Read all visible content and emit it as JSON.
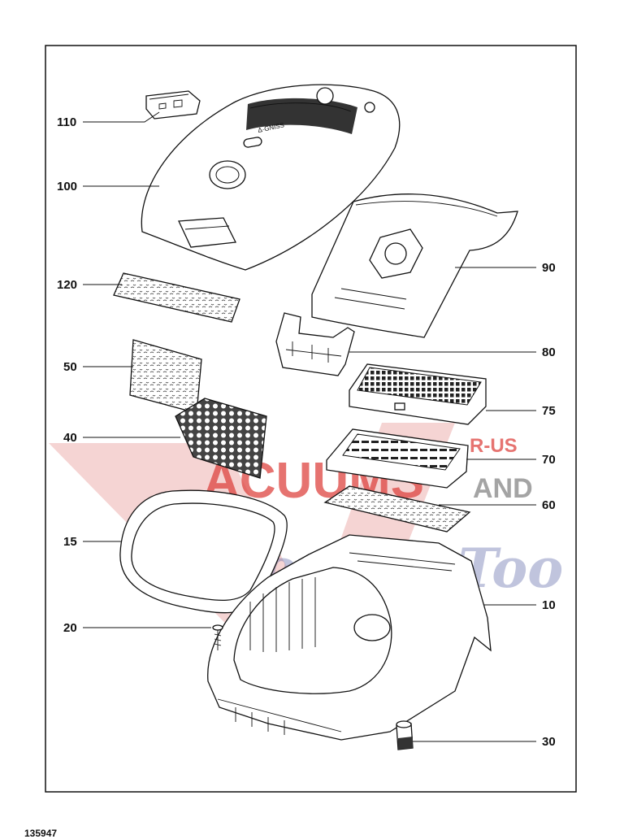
{
  "diagram_id": "135947",
  "watermark": {
    "letter": "V",
    "word": "ACUUMS",
    "suffix": "R-US",
    "and": "AND",
    "script": "Sewing Too",
    "red": "#d8241f",
    "blue": "#2e3a8c"
  },
  "callouts": [
    {
      "id": "110",
      "part": "handle"
    },
    {
      "id": "100",
      "part": "lid"
    },
    {
      "id": "120",
      "part": "lid-filter"
    },
    {
      "id": "90",
      "part": "dust-bag"
    },
    {
      "id": "80",
      "part": "bag-holder"
    },
    {
      "id": "50",
      "part": "motor-filter"
    },
    {
      "id": "75",
      "part": "hepa-filter"
    },
    {
      "id": "40",
      "part": "filter-grill"
    },
    {
      "id": "70",
      "part": "filter-frame"
    },
    {
      "id": "60",
      "part": "foam-mat"
    },
    {
      "id": "15",
      "part": "seal-ring"
    },
    {
      "id": "10",
      "part": "base-housing"
    },
    {
      "id": "20",
      "part": "screw"
    },
    {
      "id": "30",
      "part": "caster"
    }
  ]
}
